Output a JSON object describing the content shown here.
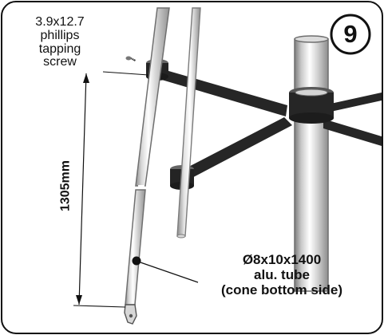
{
  "step": {
    "number": "9"
  },
  "labels": {
    "screw_lines": [
      "3.9x12.7",
      "phillips",
      "tapping",
      "screw"
    ],
    "dimension": "1305mm",
    "tube_lines": [
      "Ø8x10x1400",
      "alu. tube",
      "(cone bottom side)"
    ]
  },
  "colors": {
    "border": "#111111",
    "text": "#111111",
    "tube_light": "#e8e8e8",
    "tube_mid": "#c9c9c9",
    "tube_dark": "#8e8e8e",
    "bracket": "#1f1f1f",
    "background": "#ffffff"
  }
}
